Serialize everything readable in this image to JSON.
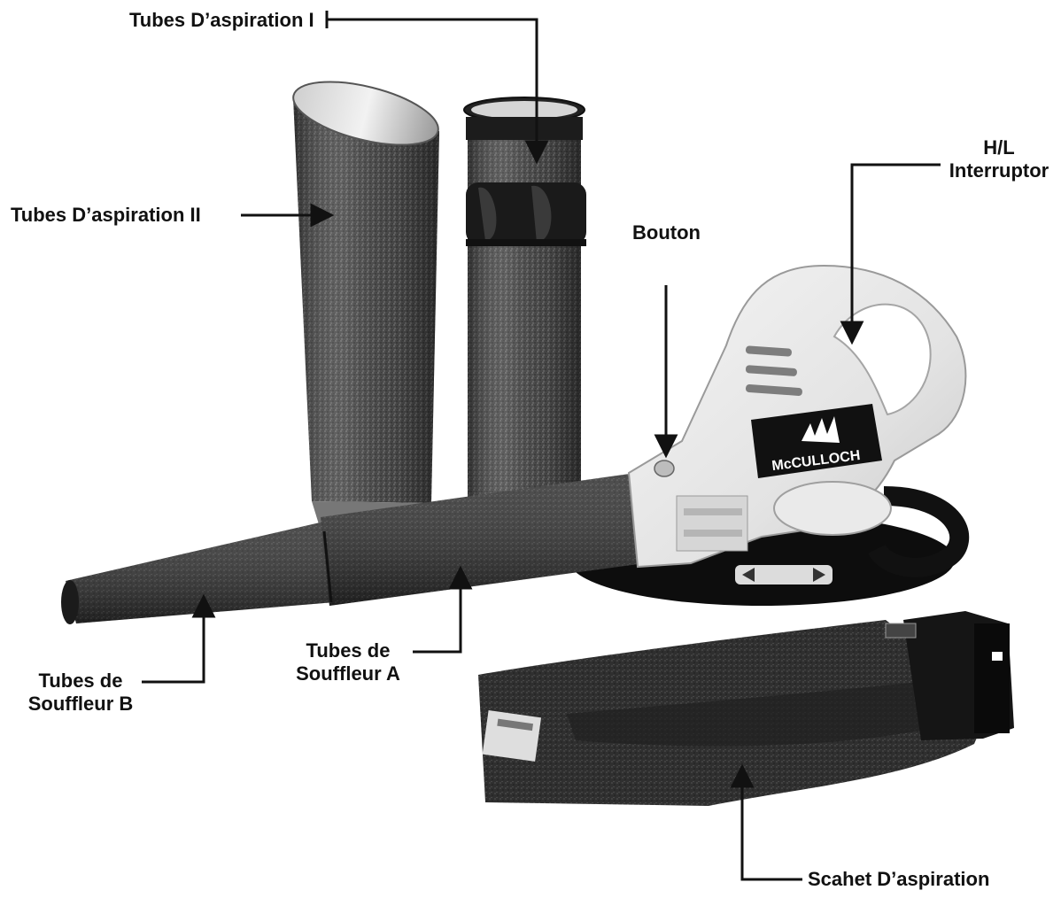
{
  "labels": {
    "tubes_aspiration_1": "Tubes D’aspiration I",
    "tubes_aspiration_2": "Tubes D’aspiration II",
    "bouton": "Bouton",
    "interruptor_line1": "H/L",
    "interruptor_line2": "Interruptor",
    "souffleur_a_line1": "Tubes de",
    "souffleur_a_line2": "Souffleur A",
    "souffleur_b_line1": "Tubes de",
    "souffleur_b_line2": "Souffleur B",
    "sachet": "Scahet D’aspiration"
  },
  "product": {
    "brand_logo_text": "McCULLOCH"
  }
}
